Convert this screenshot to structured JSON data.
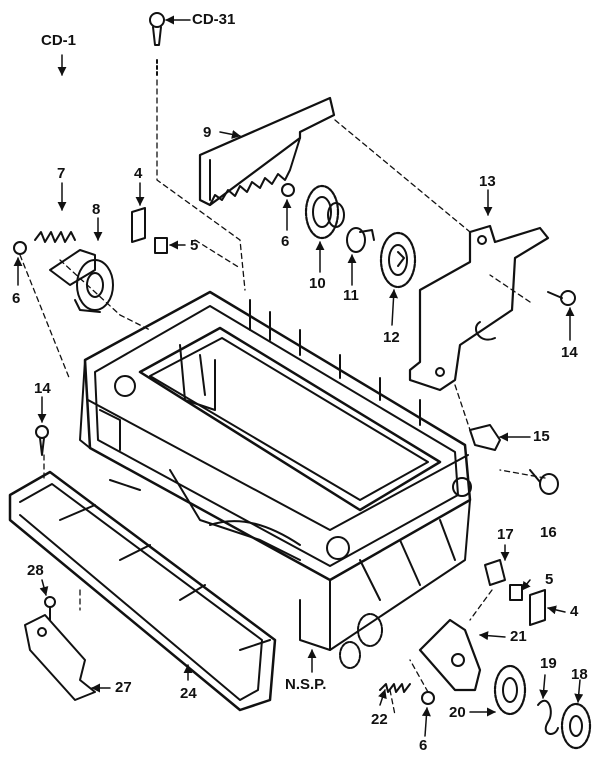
{
  "diagram": {
    "assembly_label": "CD-1",
    "callouts": [
      {
        "id": "cd31",
        "text": "CD-31"
      },
      {
        "id": "p9",
        "text": "9"
      },
      {
        "id": "p7",
        "text": "7"
      },
      {
        "id": "p4a",
        "text": "4"
      },
      {
        "id": "p8",
        "text": "8"
      },
      {
        "id": "p5a",
        "text": "5"
      },
      {
        "id": "p6a",
        "text": "6"
      },
      {
        "id": "p6b",
        "text": "6"
      },
      {
        "id": "p10",
        "text": "10"
      },
      {
        "id": "p11",
        "text": "11"
      },
      {
        "id": "p12",
        "text": "12"
      },
      {
        "id": "p13",
        "text": "13"
      },
      {
        "id": "p14a",
        "text": "14"
      },
      {
        "id": "p14b",
        "text": "14"
      },
      {
        "id": "p15",
        "text": "15"
      },
      {
        "id": "p16",
        "text": "16"
      },
      {
        "id": "p17",
        "text": "17"
      },
      {
        "id": "p5b",
        "text": "5"
      },
      {
        "id": "p4b",
        "text": "4"
      },
      {
        "id": "p21",
        "text": "21"
      },
      {
        "id": "p28",
        "text": "28"
      },
      {
        "id": "p27",
        "text": "27"
      },
      {
        "id": "p24",
        "text": "24"
      },
      {
        "id": "nsp",
        "text": "N.S.P."
      },
      {
        "id": "p22",
        "text": "22"
      },
      {
        "id": "p19",
        "text": "19"
      },
      {
        "id": "p18",
        "text": "18"
      },
      {
        "id": "p20",
        "text": "20"
      },
      {
        "id": "p6c",
        "text": "6"
      }
    ]
  }
}
